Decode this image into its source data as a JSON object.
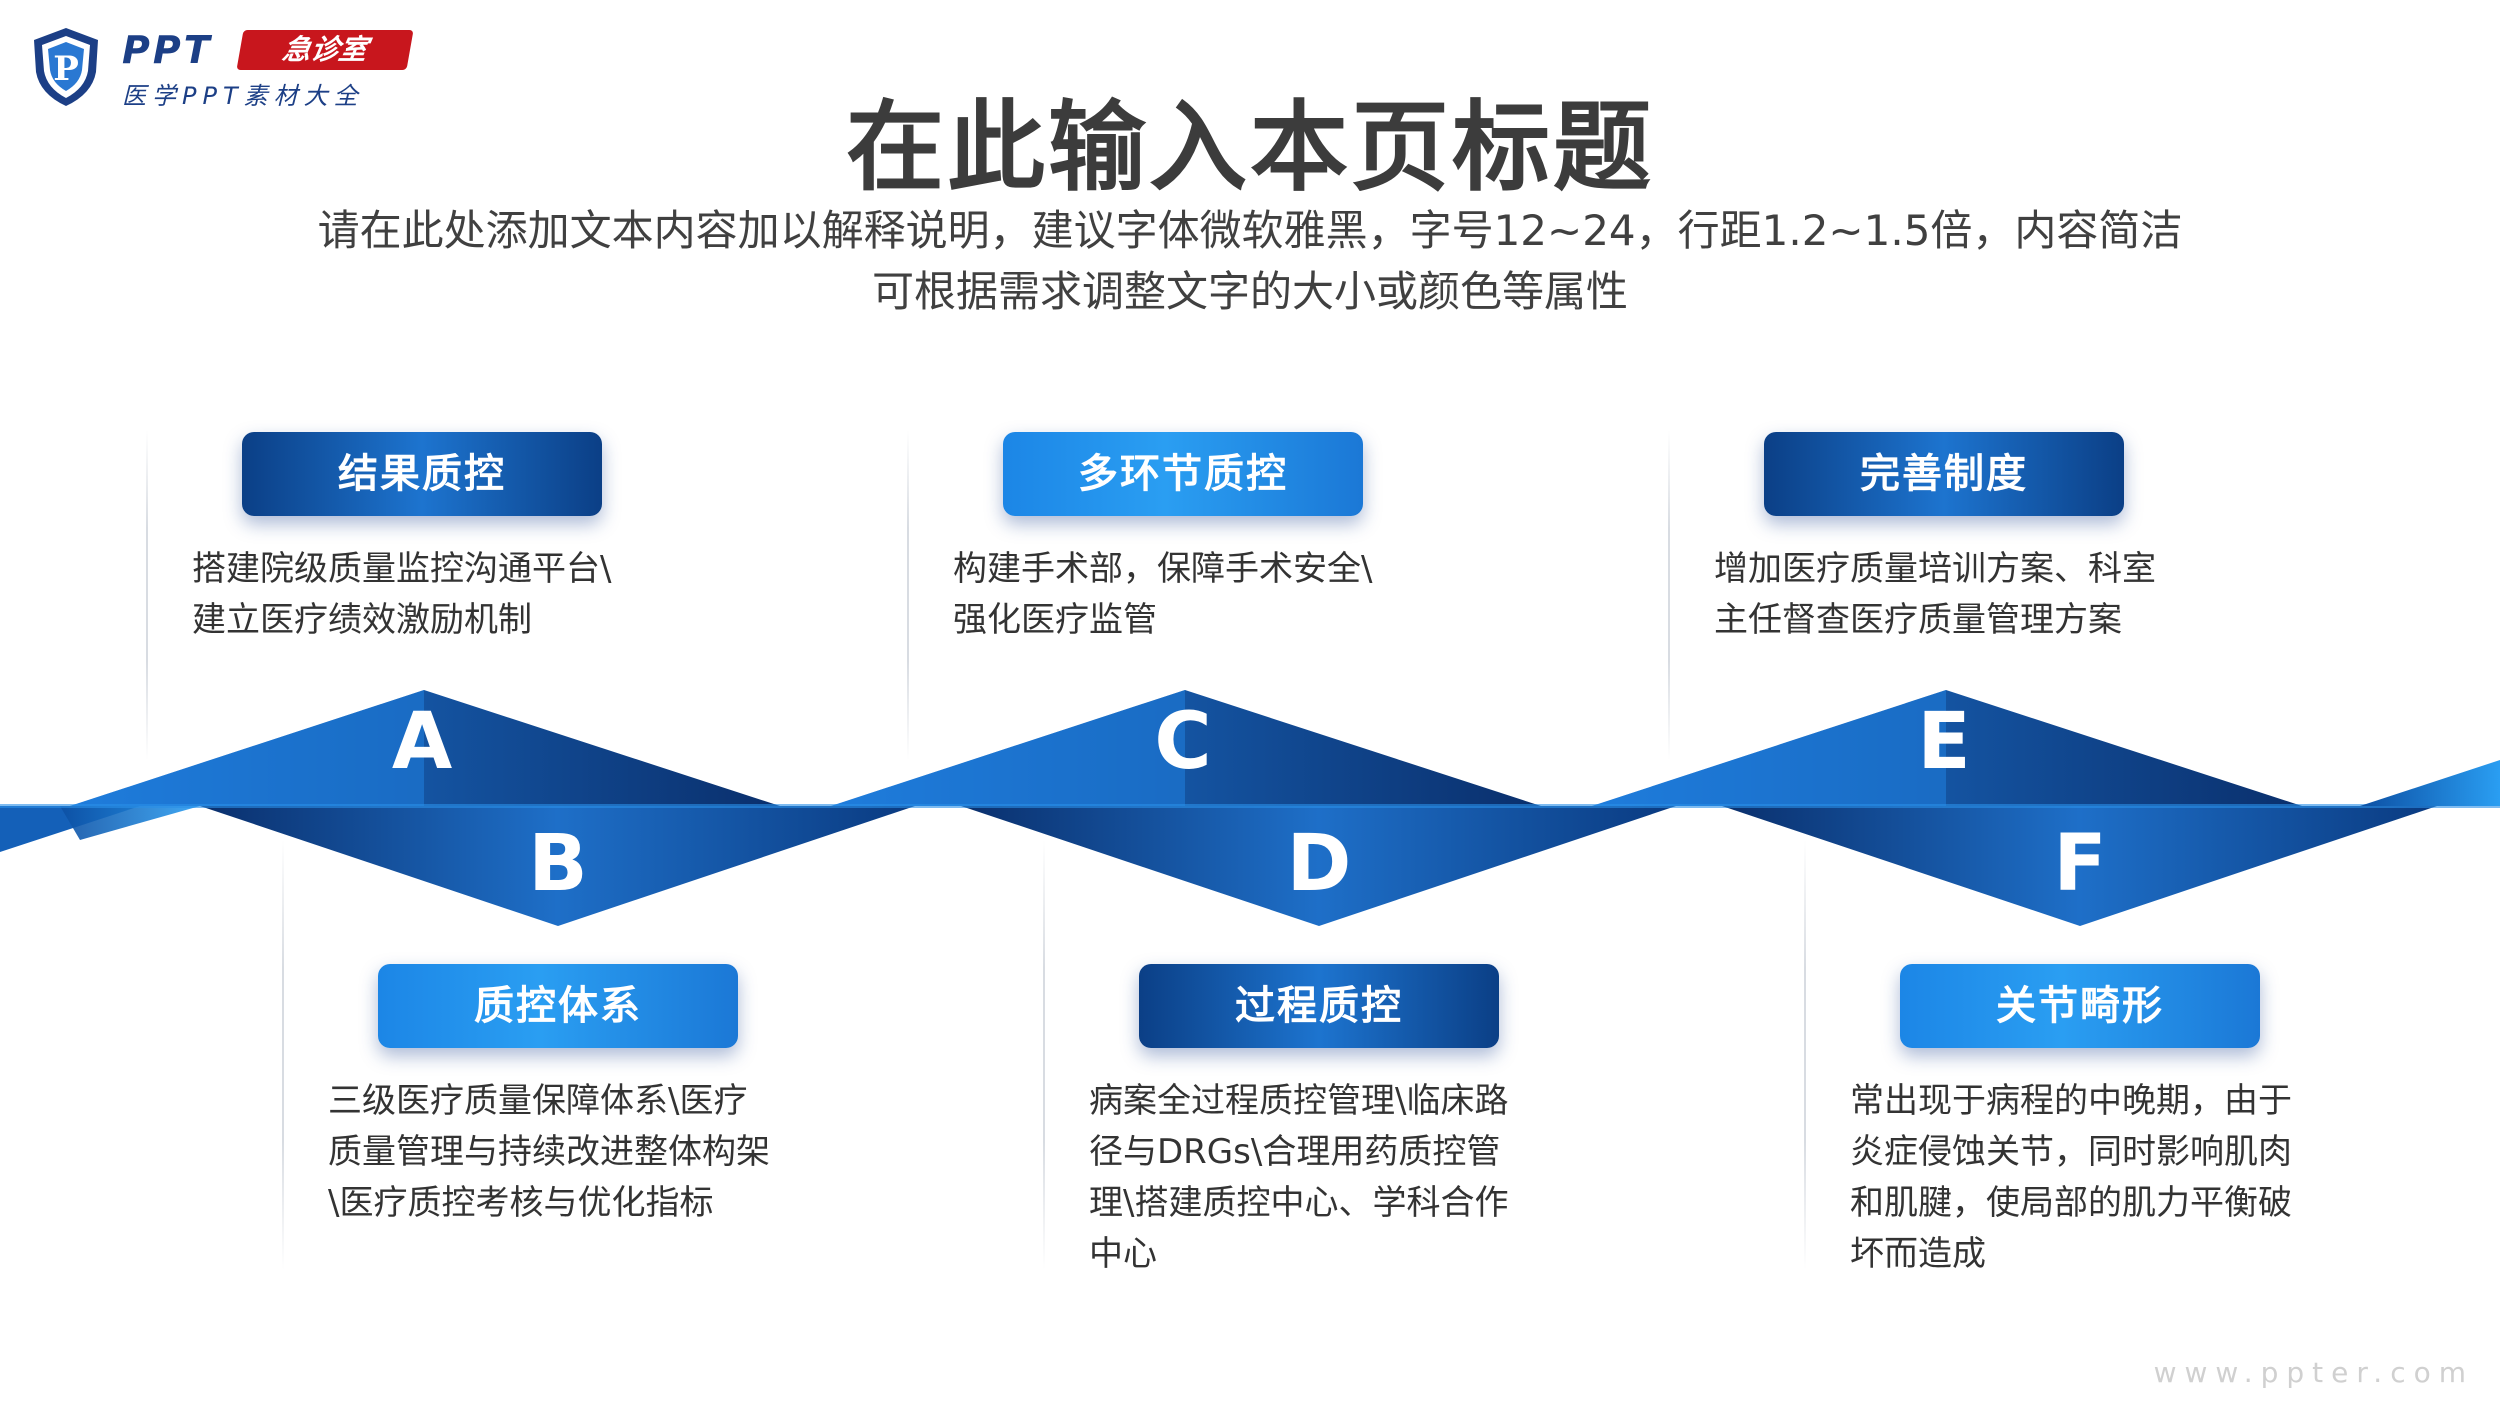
{
  "logo": {
    "brand": "PPT",
    "badge": "急诊室",
    "tagline": "医学PPT素材大全",
    "shield_letter": "P"
  },
  "header": {
    "title": "在此输入本页标题",
    "subtitle_line1": "请在此处添加文本内容加以解释说明，建议字体微软雅黑，字号12~24，行距1.2~1.5倍，内容简洁",
    "subtitle_line2": "可根据需求调整文字的大小或颜色等属性"
  },
  "items": [
    {
      "letter": "A",
      "label": "结果质控",
      "lines": [
        "搭建院级质量监控沟通平台\\",
        "建立医疗绩效激励机制"
      ]
    },
    {
      "letter": "B",
      "label": "质控体系",
      "lines": [
        "三级医疗质量保障体系\\医疗",
        "质量管理与持续改进整体构架",
        "\\医疗质控考核与优化指标"
      ]
    },
    {
      "letter": "C",
      "label": "多环节质控",
      "lines": [
        "构建手术部，保障手术安全\\",
        "强化医疗监管"
      ]
    },
    {
      "letter": "D",
      "label": "过程质控",
      "lines": [
        "病案全过程质控管理\\临床路",
        "径与DRGs\\合理用药质控管",
        "理\\搭建质控中心、学科合作",
        "中心"
      ]
    },
    {
      "letter": "E",
      "label": "完善制度",
      "lines": [
        "增加医疗质量培训方案、科室",
        "主任督查医疗质量管理方案"
      ]
    },
    {
      "letter": "F",
      "label": "关节畸形",
      "lines": [
        "常出现于病程的中晚期，由于",
        "炎症侵蚀关节，同时影响肌肉",
        "和肌腱，使局部的肌力平衡破",
        "坏而造成"
      ]
    }
  ],
  "watermark": "www.ppter.com",
  "colors": {
    "dark_blue": "#0b3f86",
    "bright_blue": "#1c86e6",
    "title_gray": "#3c3c3c",
    "logo_red": "#c8161d"
  }
}
